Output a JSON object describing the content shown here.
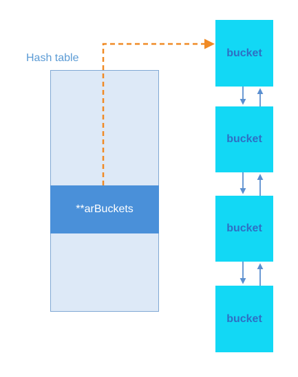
{
  "hash_table": {
    "label": "Hash table",
    "slot_label": "**arBuckets"
  },
  "buckets": [
    {
      "label": "bucket"
    },
    {
      "label": "bucket"
    },
    {
      "label": "bucket"
    },
    {
      "label": "bucket"
    }
  ],
  "colors": {
    "table_fill": "#dde9f7",
    "slot_fill": "#4a90d9",
    "bucket_fill": "#12d8f5",
    "bucket_text": "#2e6fc4",
    "pointer_arrow": "#f08a24",
    "link_arrow": "#5b8fd0"
  }
}
